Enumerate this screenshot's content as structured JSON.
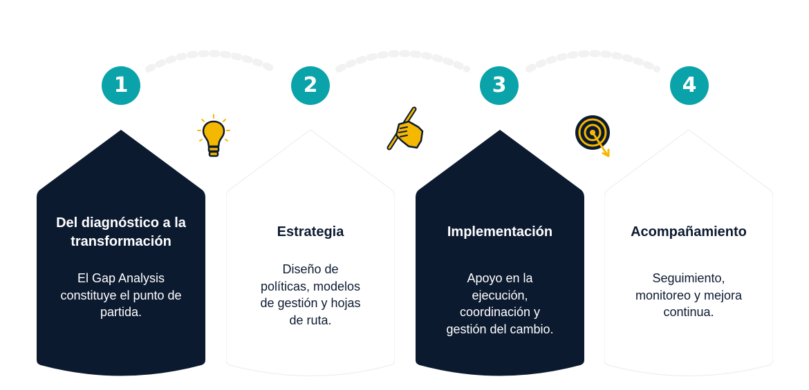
{
  "steps": [
    {
      "number": "1",
      "title": "Del diagnóstico a la transformación",
      "description": "El Gap Analysis constituye el punto de partida.",
      "theme": "dark"
    },
    {
      "number": "2",
      "title": "Estrategia",
      "description": "Diseño de políticas, modelos de gestión y hojas de ruta.",
      "theme": "light"
    },
    {
      "number": "3",
      "title": "Implementación",
      "description": "Apoyo en la ejecución, coordinación y gestión del cambio.",
      "theme": "dark"
    },
    {
      "number": "4",
      "title": "Acompañamiento",
      "description": "Seguimiento, monitoreo y mejora continua.",
      "theme": "light"
    }
  ],
  "icons": [
    "lightbulb-icon",
    "hand-pen-icon",
    "target-arrow-icon"
  ],
  "colors": {
    "dark_card": "#0c1a30",
    "light_card": "#ffffff",
    "number_circle": "#0aa3a9",
    "icon_fill": "#f5b800",
    "icon_outline": "#0c1a30"
  }
}
